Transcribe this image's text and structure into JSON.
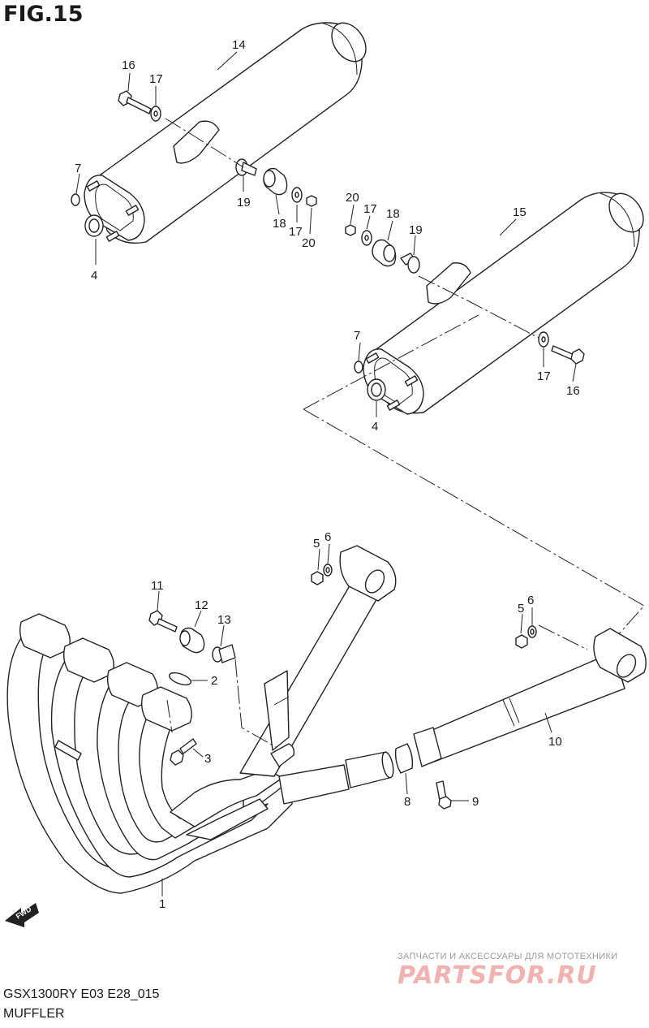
{
  "figure": {
    "title": "FIG.15",
    "model_code": "GSX1300RY E03 E28_015",
    "section_name": "MUFFLER",
    "fwd_label": "FWD"
  },
  "callouts": {
    "p1": "1",
    "p2": "2",
    "p3": "3",
    "p4a": "4",
    "p4b": "4",
    "p5a": "5",
    "p5b": "5",
    "p6a": "6",
    "p6b": "6",
    "p7a": "7",
    "p7b": "7",
    "p8": "8",
    "p9": "9",
    "p10": "10",
    "p11": "11",
    "p12": "12",
    "p13": "13",
    "p14": "14",
    "p15": "15",
    "p16a": "16",
    "p16b": "16",
    "p17a": "17",
    "p17b": "17",
    "p17c": "17",
    "p17d": "17",
    "p18a": "18",
    "p18b": "18",
    "p19a": "19",
    "p19b": "19",
    "p20a": "20",
    "p20b": "20"
  },
  "watermark": {
    "tagline": "ЗАПЧАСТИ И АКСЕССУАРЫ ДЛЯ МОТОТЕХНИКИ",
    "logo": "PARTSFOR.RU"
  }
}
